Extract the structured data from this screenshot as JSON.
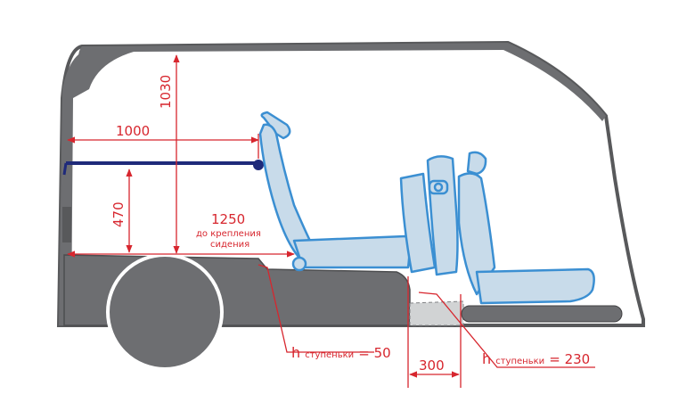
{
  "dimensions": {
    "height_total": "1030",
    "length_rail": "1000",
    "rail_height": "470",
    "length_to_seat": "1250",
    "length_to_seat_note_1": "до крепления",
    "length_to_seat_note_2": "сидения",
    "step_gap": "300",
    "step_rear_prefix": "h",
    "step_rear_sub": "ступеньки",
    "step_rear_value": "= 50",
    "step_front_prefix": "h",
    "step_front_sub": "ступеньки",
    "step_front_value": "= 230"
  },
  "colors": {
    "dimension": "#d7262e",
    "body": "#6d6e71",
    "seat_fill": "#c8dbea",
    "seat_stroke": "#3b8fd2",
    "rail": "#1f2a7a"
  }
}
